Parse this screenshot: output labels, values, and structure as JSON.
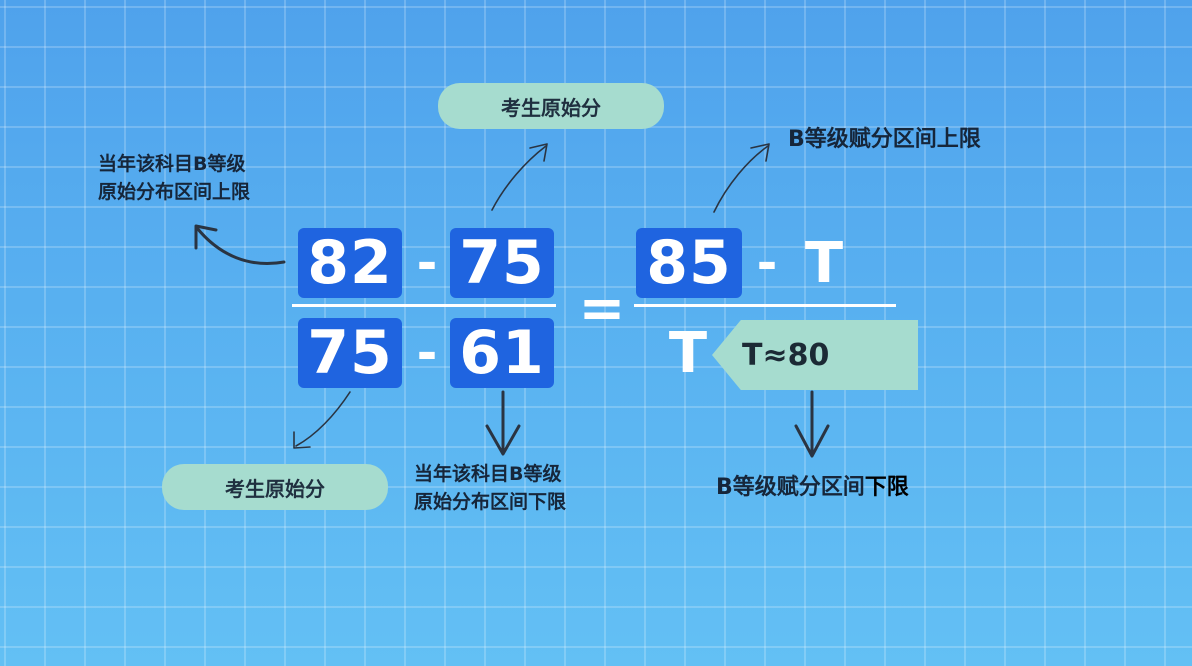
{
  "equation": {
    "left_num_a": "82",
    "left_num_b": "75",
    "left_den_a": "75",
    "left_den_b": "61",
    "right_num_a": "85",
    "right_num_b": "T",
    "right_den": "T",
    "minus": "-",
    "equals": "="
  },
  "callout": {
    "text": "T≈80"
  },
  "labels": {
    "raw_score_top": "考生原始分",
    "raw_score_bottom": "考生原始分",
    "b_upper_raw_line1": "当年该科目B等级",
    "b_upper_raw_line2": "原始分布区间上限",
    "b_lower_raw_line1": "当年该科目B等级",
    "b_lower_raw_line2": "原始分布区间下限",
    "b_assigned_upper": "B等级赋分区间上限",
    "b_assigned_lower_prefix": "B等级赋分区间",
    "b_assigned_lower_suffix": "下限"
  },
  "colors": {
    "box_blue": "#1f64e0",
    "pill_green": "#a6dccf",
    "background_blue": "#56aef0"
  }
}
